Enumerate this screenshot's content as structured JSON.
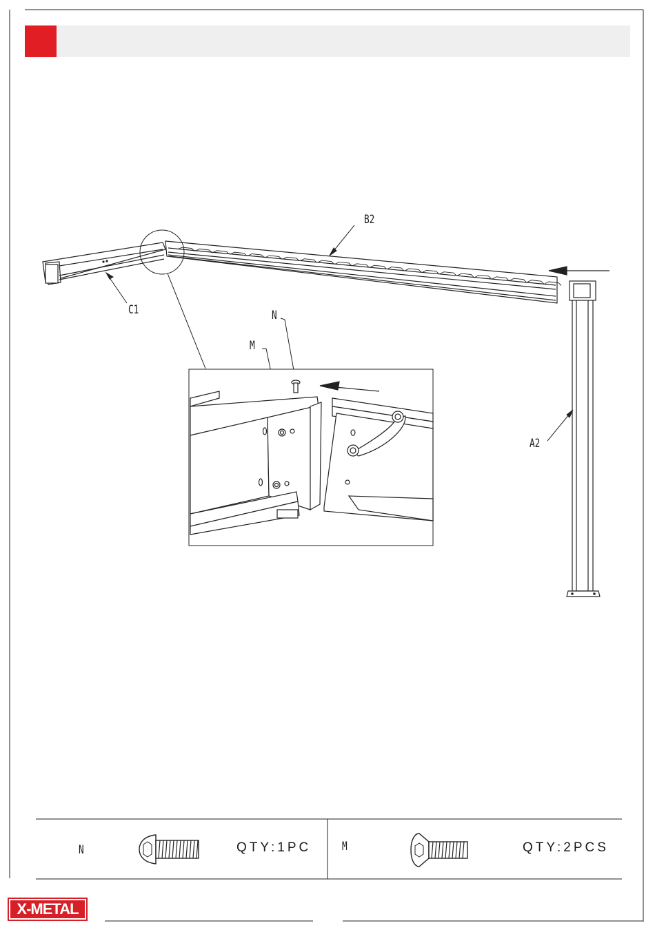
{
  "header": {
    "step_badge_color": "#e01e24",
    "bar_color": "#efefef"
  },
  "parts": {
    "b2": "B2",
    "c1": "C1",
    "a2": "A2",
    "n": "N",
    "m": "M"
  },
  "hardware": [
    {
      "code": "N",
      "qty": "QTY:1PC",
      "icon": "button-head-hex-bolt-icon"
    },
    {
      "code": "M",
      "qty": "QTY:2PCS",
      "icon": "countersunk-hex-bolt-icon"
    }
  ],
  "brand": {
    "logo_text": "X-METAL",
    "logo_color": "#d61f26"
  }
}
